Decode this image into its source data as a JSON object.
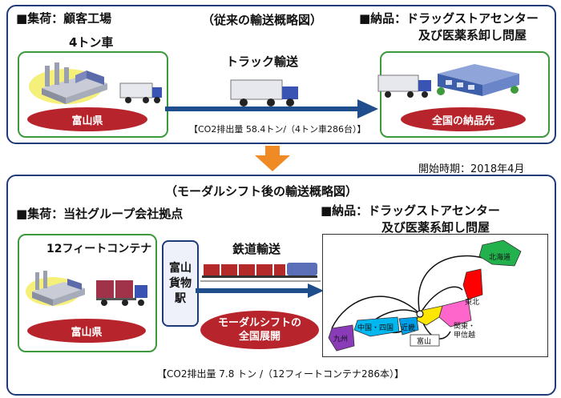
{
  "top": {
    "title": "（従来の輸送概略図）",
    "origin_label": "■集荷：顧客工場",
    "vehicle_label": "4トン車",
    "transport_label": "トラック輸送",
    "dest_label_1": "■納品：ドラッグストアセンター",
    "dest_label_2": "及び医薬系卸し問屋",
    "origin_place": "富山県",
    "dest_place": "全国の納品先",
    "co2": "【CO2排出量 58.4トン/（4トン車286台）】"
  },
  "start_date": "開始時期：2018年4月",
  "bottom": {
    "title": "（モーダルシフト後の輸送概略図）",
    "origin_label": "■集荷：当社グループ会社拠点",
    "dest_label_1": "■納品：ドラッグストアセンター",
    "dest_label_2": "及び医薬系卸し問屋",
    "container_label": "12フィートコンテナ",
    "origin_place": "富山県",
    "station_chars": [
      "富山",
      "貨物",
      "駅"
    ],
    "rail_label": "鉄道輸送",
    "modal_shift_1": "モーダルシフトの",
    "modal_shift_2": "全国展開",
    "co2": "【CO2排出量 7.8 トン /（12フィートコンテナ286本）】",
    "map_labels": {
      "hokkaido": "北海道",
      "tohoku": "東北",
      "kanto": "関東・",
      "kanto2": "甲信越",
      "chugoku": "中国・四国",
      "kinki": "近畿",
      "kyushu": "九州",
      "toyama": "富山"
    }
  },
  "colors": {
    "panel_border": "#1f3a78",
    "green_border": "#3c9a3c",
    "ellipse_red": "#b8242b",
    "arrow_blue": "#1f4e8c",
    "down_arrow_orange": "#f08a24"
  }
}
